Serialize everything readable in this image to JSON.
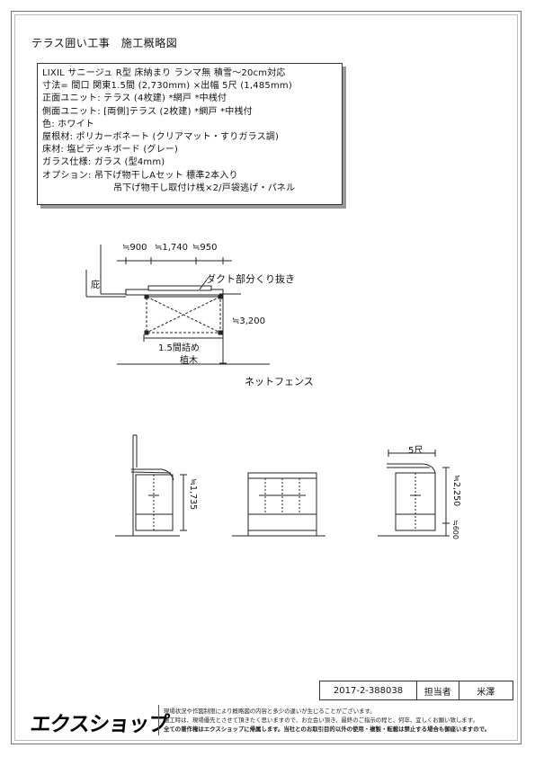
{
  "title": "テラス囲い工事　施工概略図",
  "spec": {
    "lines": [
      "LIXIL サニージュ R型 床納まり ランマ無 積雪～20cm対応",
      "寸法= 間口 関東1.5間 (2,730mm) ×出幅 5尺 (1,485mm)",
      "正面ユニット: テラス (4枚建) *網戸 *中桟付",
      "側面ユニット: [両側]テラス (2枚建) *網戸 *中桟付",
      "色: ホワイト",
      "屋根材: ポリカーボネート (クリアマット・すりガラス調)",
      "床材: 塩ビデッキボード (グレー)",
      "ガラス仕様: ガラス (型4mm)",
      "オプション: 吊下げ物干しAセット 標準2本入り"
    ],
    "option_continued": "吊下げ物干し取付け桟×2/戸袋逃げ・パネル"
  },
  "plan": {
    "dim_left": "≒900",
    "dim_mid": "≒1,740",
    "dim_right": "≒950",
    "eave_label": "庇",
    "duct_label": "ダクト部分くり抜き",
    "depth_dim": "≒3,200",
    "width_label": "1.5間詰め",
    "plant_label": "植木",
    "fence_label": "ネットフェンス"
  },
  "elevations": {
    "left_height": "≒1,735",
    "side_width": "5尺",
    "right_height": "≒2,250",
    "right_base": "≒600"
  },
  "footer": {
    "doc_number": "2017-2-388038",
    "person_label": "担当者",
    "person_name": "米澤",
    "brand": "エクスショップ",
    "notice_1": "現場状況や作図制限により概略図の内容と多少の違いが生じることがございます。",
    "notice_2": "施工時は、現場優先とさせて頂きたく思いますので、お立会い頂き、最終のご指示の程と、何卒、宜しくお願い致します。",
    "notice_3": "全ての著作権はエクスショップに帰属します。当社とのお取引目的以外の使用・複製・転載は禁止する場合も御座いますので。"
  }
}
